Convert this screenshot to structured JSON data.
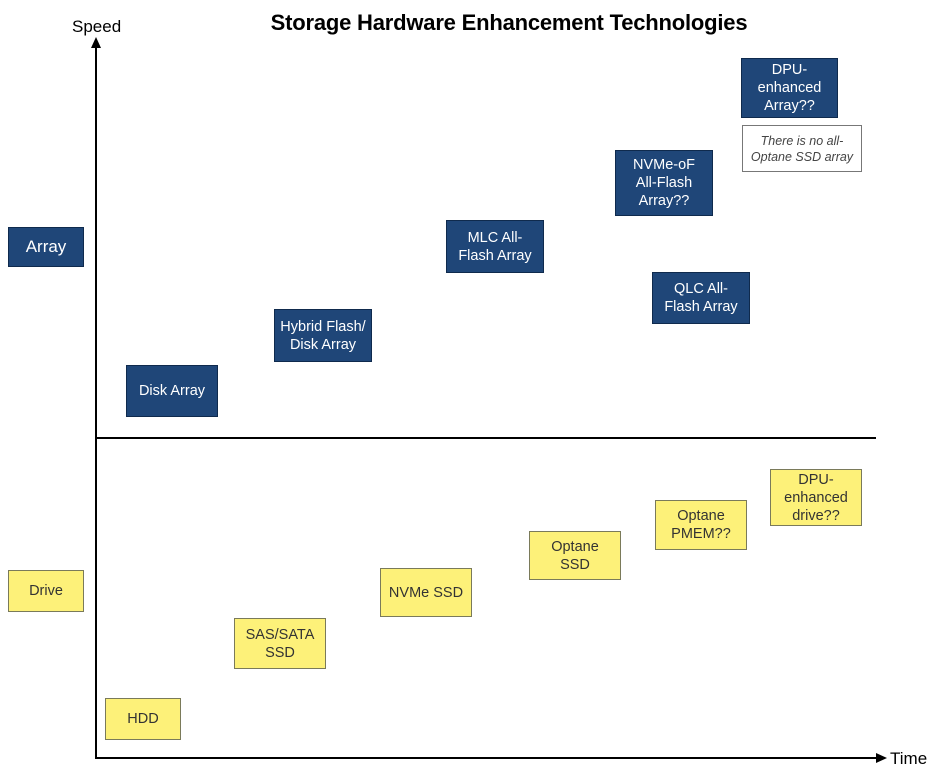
{
  "title": "Storage Hardware Enhancement Technologies",
  "axes": {
    "y_label": "Speed",
    "x_label": "Time"
  },
  "categories": {
    "array": "Array",
    "drive": "Drive"
  },
  "array_boxes": {
    "disk_array": "Disk Array",
    "hybrid": "Hybrid Flash/\nDisk Array",
    "mlc": "MLC All-\nFlash Array",
    "nvmeof": "NVMe-oF\nAll-Flash\nArray??",
    "qlc": "QLC All-\nFlash Array",
    "dpu_array": "DPU-\nenhanced\nArray??"
  },
  "note": "There is no all-\nOptane SSD array",
  "drive_boxes": {
    "hdd": "HDD",
    "sas_sata": "SAS/SATA\nSSD",
    "nvme_ssd": "NVMe SSD",
    "optane_ssd": "Optane\nSSD",
    "optane_pmem": "Optane\nPMEM??",
    "dpu_drive": "DPU-\nenhanced\ndrive??"
  },
  "colors": {
    "array_fill": "#1f4678",
    "drive_fill": "#fdf179"
  }
}
